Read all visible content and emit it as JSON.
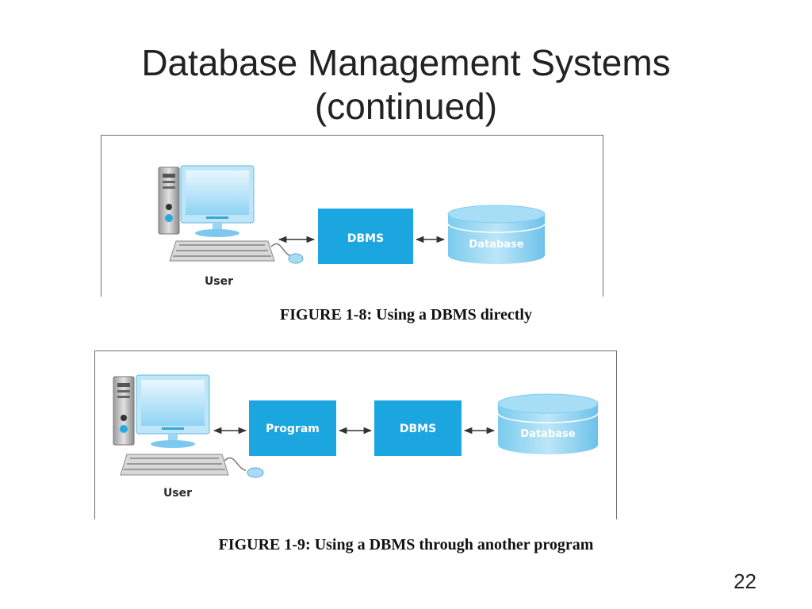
{
  "slide": {
    "title_line1": "Database Management Systems",
    "title_line2": "(continued)",
    "page_number": "22"
  },
  "figures": [
    {
      "caption": "FIGURE 1-8: Using a DBMS directly",
      "user_label": "User",
      "boxes": [
        {
          "label": "DBMS"
        }
      ],
      "database_label": "Database"
    },
    {
      "caption": "FIGURE 1-9: Using a DBMS through another program",
      "user_label": "User",
      "boxes": [
        {
          "label": "Program"
        },
        {
          "label": "DBMS"
        }
      ],
      "database_label": "Database"
    }
  ],
  "colors": {
    "box_fill": "#1ba6e0",
    "database_fill": "#6ec6ec",
    "frame_border": "#6e6e6e",
    "text": "#222222"
  },
  "icons": [
    "computer-icon",
    "tower-icon",
    "monitor-icon",
    "keyboard-icon",
    "mouse-icon",
    "database-cylinder-icon"
  ]
}
